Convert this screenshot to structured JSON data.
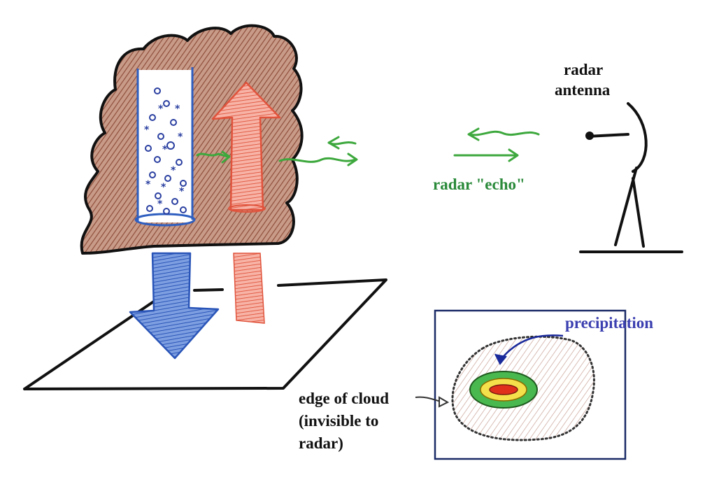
{
  "labels": {
    "radar_antenna_line1": "radar",
    "radar_antenna_line2": "antenna",
    "radar_echo": "radar \"echo\"",
    "precipitation": "precipitation",
    "edge_of_cloud_line1": "edge of cloud",
    "edge_of_cloud_line2": "(invisible to",
    "edge_of_cloud_line3": "radar)"
  },
  "colors": {
    "cloud": "#9a5a44",
    "downdraft": "#2f5fc0",
    "updraft": "#e0533c",
    "radar_wave": "#3da83d",
    "precipitation_text": "#3b3fb0",
    "echo_text": "#2a8a3a",
    "ink": "#111111"
  }
}
